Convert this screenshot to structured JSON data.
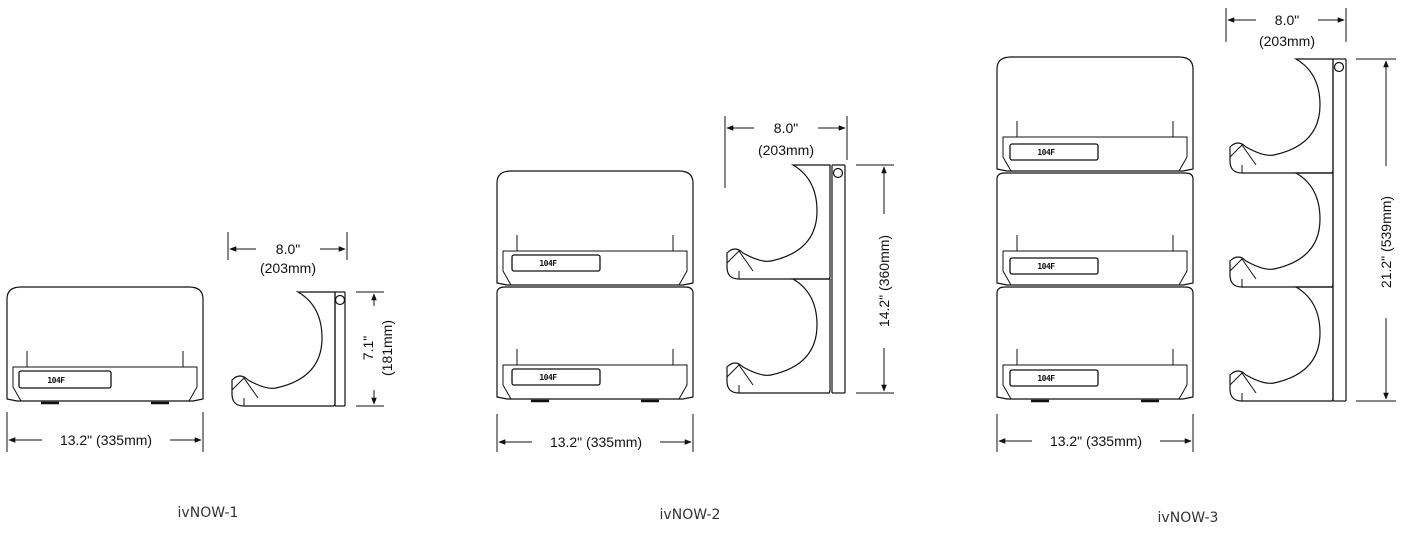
{
  "models": [
    {
      "caption": "ivNOW-1",
      "width_label": "13.2\" (335mm)",
      "depth_label": "8.0\"",
      "depth_label_mm": "(203mm)",
      "height_label": "7.1\"",
      "height_label_mm": "(181mm)",
      "unit_display": "104F"
    },
    {
      "caption": "ivNOW-2",
      "width_label": "13.2\" (335mm)",
      "depth_label": "8.0\"",
      "depth_label_mm": "(203mm)",
      "height_label": "14.2\" (360mm)",
      "unit_display": "104F"
    },
    {
      "caption": "ivNOW-3",
      "width_label": "13.2\" (335mm)",
      "depth_label": "8.0\"",
      "depth_label_mm": "(203mm)",
      "height_label": "21.2\" (539mm)",
      "unit_display": "104F"
    }
  ]
}
